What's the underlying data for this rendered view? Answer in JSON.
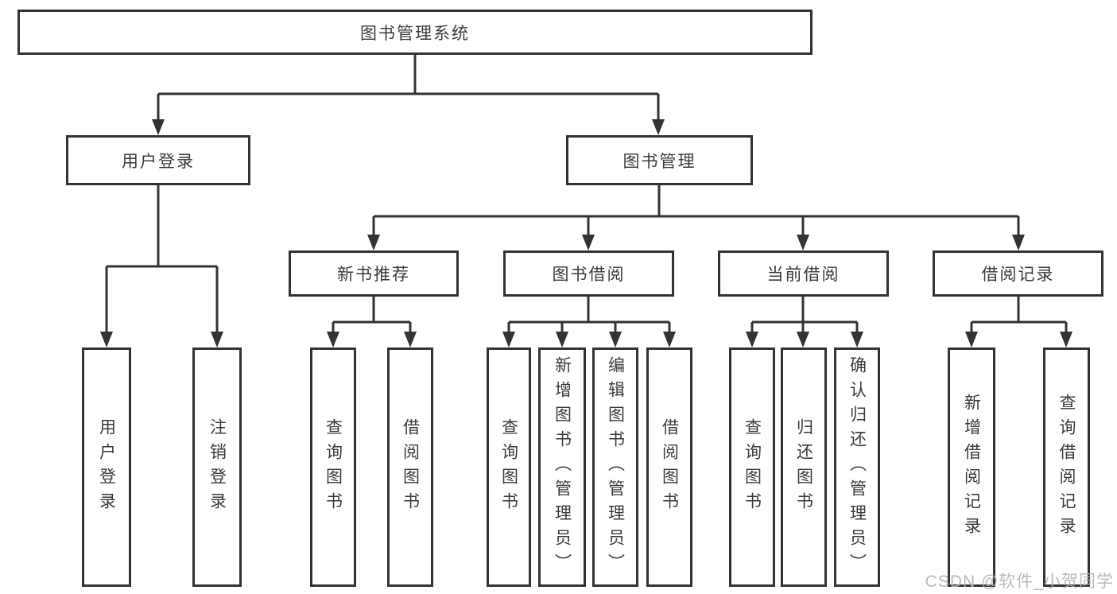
{
  "diagram": {
    "title": "图书管理系统",
    "root": {
      "label": "图书管理系统"
    },
    "branches": [
      {
        "label": "用户登录",
        "children": [
          {
            "label": "用户登录"
          },
          {
            "label": "注销登录"
          }
        ]
      },
      {
        "label": "图书管理",
        "children": [
          {
            "label": "新书推荐",
            "children": [
              {
                "label": "查询图书"
              },
              {
                "label": "借阅图书"
              }
            ]
          },
          {
            "label": "图书借阅",
            "children": [
              {
                "label": "查询图书"
              },
              {
                "label": "新增图书（管理员）"
              },
              {
                "label": "编辑图书（管理员）"
              },
              {
                "label": "借阅图书"
              }
            ]
          },
          {
            "label": "当前借阅",
            "children": [
              {
                "label": "查询图书"
              },
              {
                "label": "归还图书"
              },
              {
                "label": "确认归还（管理员）"
              }
            ]
          },
          {
            "label": "借阅记录",
            "children": [
              {
                "label": "新增借阅记录"
              },
              {
                "label": "查询借阅记录"
              }
            ]
          }
        ]
      }
    ]
  },
  "watermark": {
    "text": "CSDN @软件_小贺同学"
  },
  "colors": {
    "line": "#333333",
    "text": "#3a3a3a",
    "background": "#ffffff",
    "watermark": "#b5b5b5"
  }
}
